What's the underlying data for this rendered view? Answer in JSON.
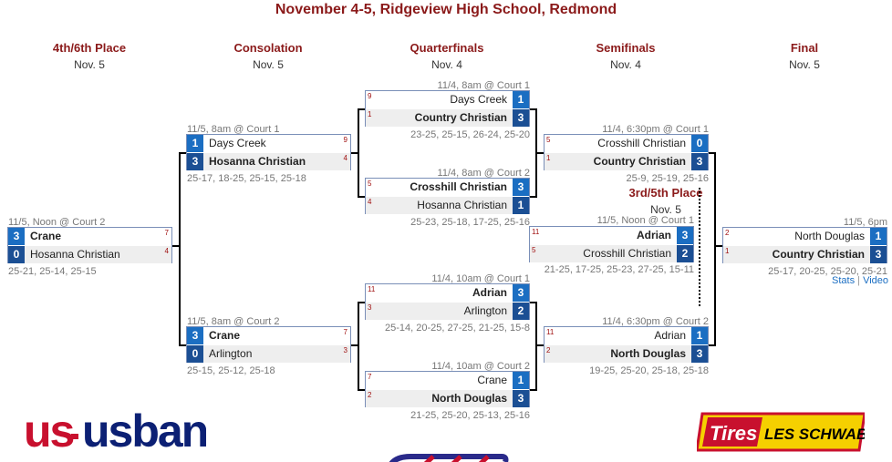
{
  "title": "November 4-5, Ridgeview High School, Redmond",
  "rounds": [
    {
      "name": "4th/6th Place",
      "date": "Nov. 5"
    },
    {
      "name": "Consolation",
      "date": "Nov. 5"
    },
    {
      "name": "Quarterfinals",
      "date": "Nov. 4"
    },
    {
      "name": "Semifinals",
      "date": "Nov. 4"
    },
    {
      "name": "Final",
      "date": "Nov. 5"
    }
  ],
  "third_place": {
    "name": "3rd/5th Place",
    "date": "Nov. 5"
  },
  "matches": {
    "qf1": {
      "info": "11/4, 8am @ Court 1",
      "scores": "23-25, 25-15, 26-24, 25-20",
      "top": {
        "seed": "9",
        "name": "Days Creek",
        "score": "1"
      },
      "bottom": {
        "seed": "1",
        "name": "Country Christian",
        "score": "3"
      }
    },
    "qf2": {
      "info": "11/4, 8am @ Court 2",
      "scores": "25-23, 25-18, 17-25, 25-16",
      "top": {
        "seed": "5",
        "name": "Crosshill Christian",
        "score": "3"
      },
      "bottom": {
        "seed": "4",
        "name": "Hosanna Christian",
        "score": "1"
      }
    },
    "qf3": {
      "info": "11/4, 10am @ Court 1",
      "scores": "25-14, 20-25, 27-25, 21-25, 15-8",
      "top": {
        "seed": "11",
        "name": "Adrian",
        "score": "3"
      },
      "bottom": {
        "seed": "3",
        "name": "Arlington",
        "score": "2"
      }
    },
    "qf4": {
      "info": "11/4, 10am @ Court 2",
      "scores": "21-25, 25-20, 25-13, 25-16",
      "top": {
        "seed": "7",
        "name": "Crane",
        "score": "1"
      },
      "bottom": {
        "seed": "2",
        "name": "North Douglas",
        "score": "3"
      }
    },
    "c1": {
      "info": "11/5, 8am @ Court 1",
      "scores": "25-17, 18-25, 25-15, 25-18",
      "top": {
        "seed": "9",
        "name": "Days Creek",
        "score": "1"
      },
      "bottom": {
        "seed": "4",
        "name": "Hosanna Christian",
        "score": "3"
      }
    },
    "c2": {
      "info": "11/5, 8am @ Court 2",
      "scores": "25-15, 25-12, 25-18",
      "top": {
        "seed": "7",
        "name": "Crane",
        "score": "3"
      },
      "bottom": {
        "seed": "3",
        "name": "Arlington",
        "score": "0"
      }
    },
    "p4": {
      "info": "11/5, Noon @ Court 2",
      "scores": "25-21, 25-14, 25-15",
      "top": {
        "seed": "7",
        "name": "Crane",
        "score": "3"
      },
      "bottom": {
        "seed": "4",
        "name": "Hosanna Christian",
        "score": "0"
      }
    },
    "s1": {
      "info": "11/4, 6:30pm @ Court 1",
      "scores": "25-9, 25-19, 25-16",
      "top": {
        "seed": "5",
        "name": "Crosshill Christian",
        "score": "0"
      },
      "bottom": {
        "seed": "1",
        "name": "Country Christian",
        "score": "3"
      }
    },
    "s2": {
      "info": "11/4, 6:30pm @ Court 2",
      "scores": "19-25, 25-20, 25-18, 25-18",
      "top": {
        "seed": "11",
        "name": "Adrian",
        "score": "1"
      },
      "bottom": {
        "seed": "2",
        "name": "North Douglas",
        "score": "3"
      }
    },
    "p3": {
      "info": "11/5, Noon @ Court 1",
      "scores": "21-25, 17-25, 25-23, 27-25, 15-11",
      "top": {
        "seed": "11",
        "name": "Adrian",
        "score": "3"
      },
      "bottom": {
        "seed": "5",
        "name": "Crosshill Christian",
        "score": "2"
      }
    },
    "f": {
      "info": "11/5, 6pm",
      "scores": "25-17, 20-25, 25-20, 25-21",
      "top": {
        "seed": "2",
        "name": "North Douglas",
        "score": "1"
      },
      "bottom": {
        "seed": "1",
        "name": "Country Christian",
        "score": "3"
      }
    }
  },
  "final_links": {
    "stats": "Stats",
    "sep": "|",
    "video": "Video"
  },
  "sponsors": {
    "left": "usbank",
    "right_a": "Tires",
    "right_b": "LES SCHWAB"
  },
  "colors": {
    "heading": "#8b1a1a",
    "score_win": "#1b6ec2",
    "score_lose": "#1b4f94"
  }
}
